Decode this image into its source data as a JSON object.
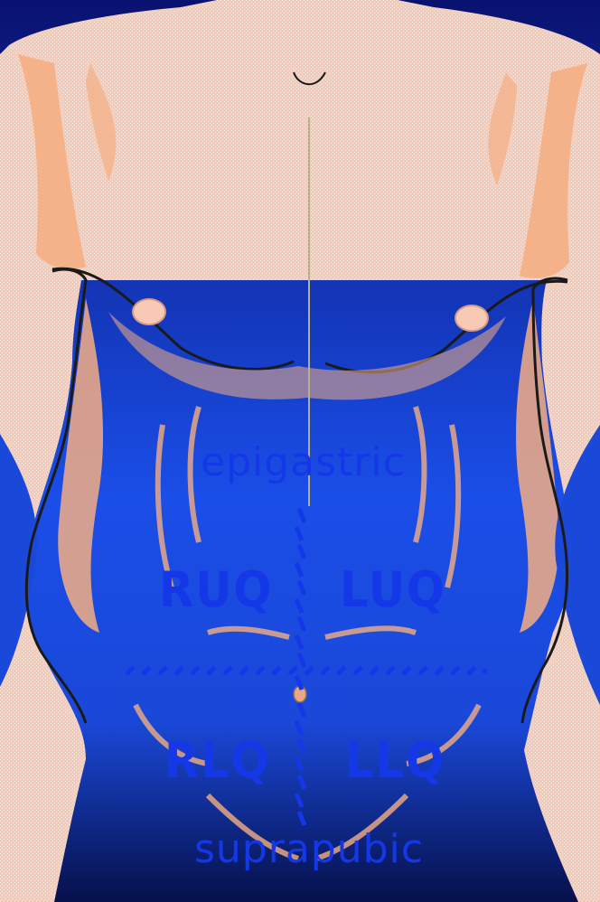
{
  "labels": {
    "epigastric": "epigastric",
    "ruq": "RUQ",
    "luq": "LUQ",
    "rlq": "RLQ",
    "llq": "LLQ",
    "suprapubic": "suprapubic"
  },
  "colors": {
    "background_top": "#0a1a8a",
    "background_bottom": "#1e5cf0",
    "skin": "#f8c9b4",
    "skin_shadow": "#f4ae82",
    "outline": "#1a1a1a",
    "label": "#1438e8",
    "divider": "#1438e8"
  }
}
